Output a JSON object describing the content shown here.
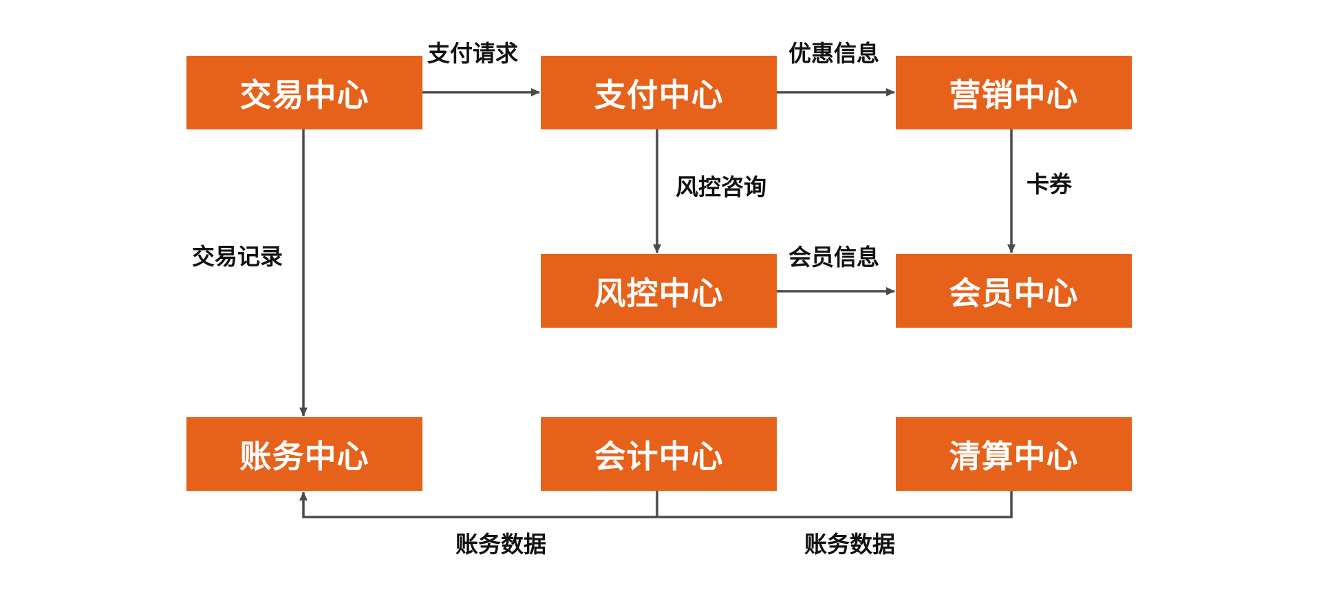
{
  "colors": {
    "node_fill": "#E6621A",
    "node_text": "#FFFFFF",
    "edge": "#4A4A4A",
    "label_text": "#111111"
  },
  "nodes": {
    "trade": "交易中心",
    "payment": "支付中心",
    "marketing": "营销中心",
    "risk": "风控中心",
    "member": "会员中心",
    "accounts": "账务中心",
    "accounting": "会计中心",
    "clearing": "清算中心"
  },
  "edges": {
    "payment_request": "支付请求",
    "discount_info": "优惠信息",
    "risk_query": "风控咨询",
    "coupon": "卡券",
    "trade_record": "交易记录",
    "member_info": "会员信息",
    "accounts_data_left": "账务数据",
    "accounts_data_right": "账务数据"
  }
}
